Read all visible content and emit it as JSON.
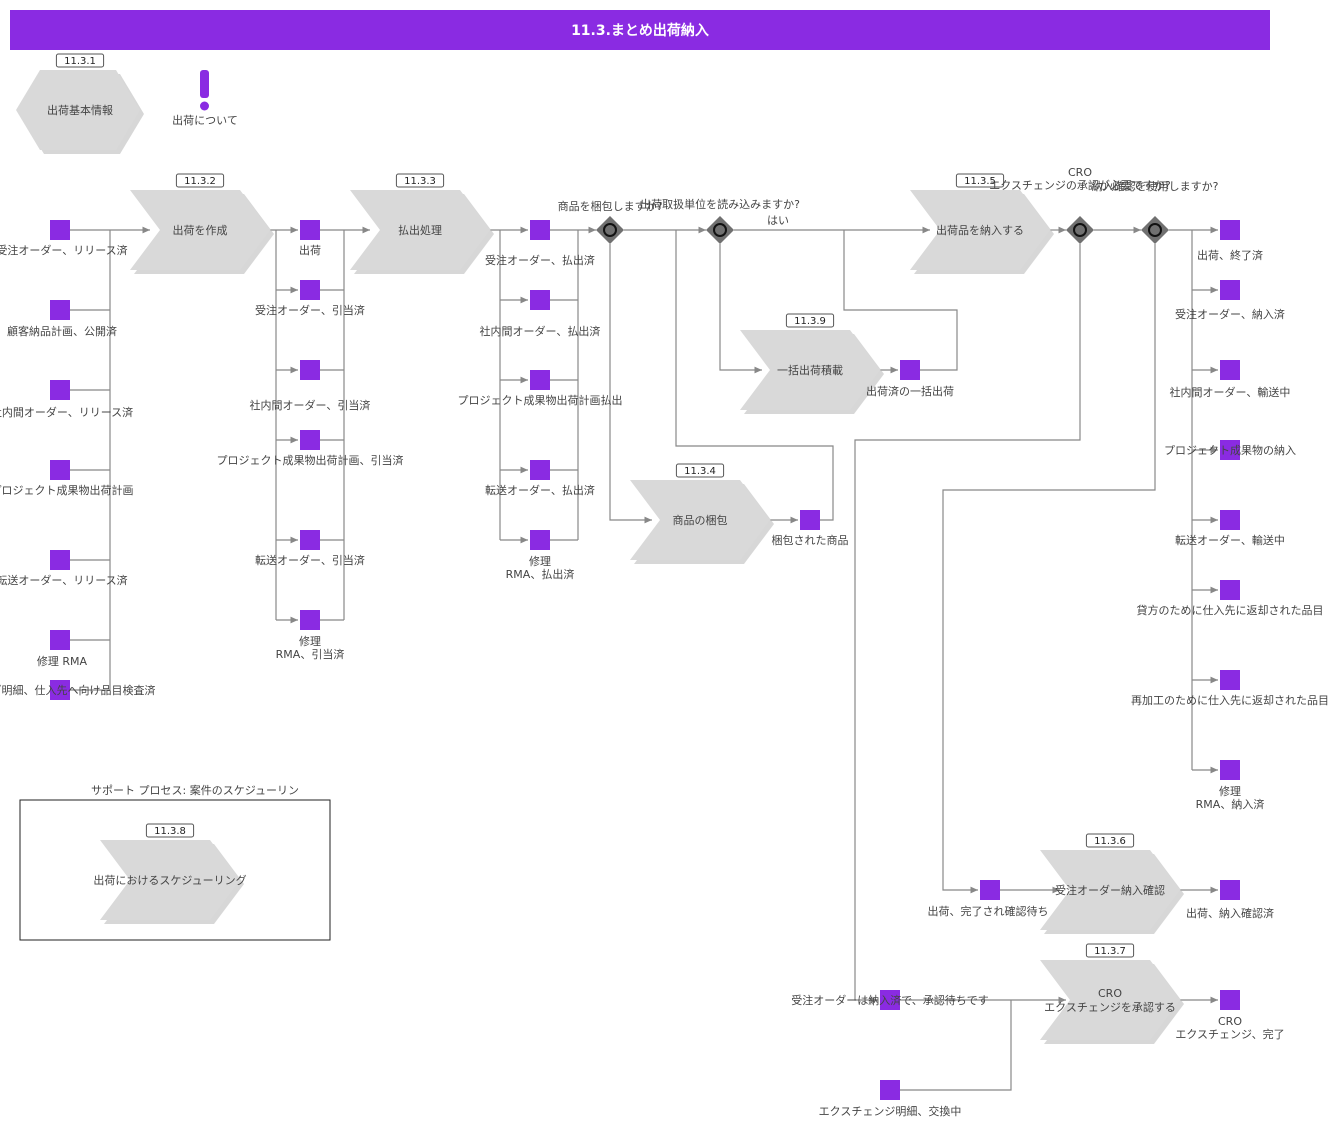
{
  "title": "11.3.まとめ出荷納入",
  "colors": {
    "accent": "#8a2be2",
    "shape": "#d9d9d9",
    "shape_shadow": "#c6c6c6",
    "gateway": "#707070",
    "line": "#888888"
  },
  "basic_info": {
    "tag": "11.3.1",
    "label": "出荷基本情報"
  },
  "notice": {
    "icon": "exclamation-icon",
    "label": "出荷について"
  },
  "processes": {
    "create": {
      "tag": "11.3.2",
      "label": "出荷を作成"
    },
    "issue": {
      "tag": "11.3.3",
      "label": "払出処理"
    },
    "deliver": {
      "tag": "11.3.5",
      "label": "出荷品を納入する"
    },
    "bulk": {
      "tag": "11.3.9",
      "label": "一括出荷積載"
    },
    "pack": {
      "tag": "11.3.4",
      "label": "商品の梱包"
    },
    "confirm": {
      "tag": "11.3.6",
      "label": "受注オーダー納入確認"
    },
    "cro": {
      "tag": "11.3.7",
      "label1": "CRO",
      "label2": "エクスチェンジを承認する"
    },
    "scheduling": {
      "tag": "11.3.8",
      "label": "出荷におけるスケジューリング"
    }
  },
  "support": {
    "title": "サポート プロセス: 案件のスケジューリン"
  },
  "gateways": {
    "pack_q": "商品を梱包しますか?",
    "unit_q": "出荷取扱単位を読み込みますか?",
    "yes": "はい",
    "cro_q1": "CRO",
    "cro_q2": "エクスチェンジの承認が必要ですか?",
    "confirm_q": "納入確認を使用しますか?"
  },
  "inputs": [
    "受注オーダー、リリース済",
    "顧客納品計画、公開済",
    "社内間オーダー、リリース済",
    "プロジェクト成果物出荷計画",
    "転送オーダー、リリース済",
    "修理 RMA",
    "オーダ明細、仕入先へ向け品目検査済"
  ],
  "create_outputs": [
    {
      "l1": "出荷",
      "l2": ""
    },
    {
      "l1": "受注オーダー、引当済",
      "l2": ""
    },
    {
      "l1": "社内間オーダー、引当済",
      "l2": ""
    },
    {
      "l1": "プロジェクト成果物出荷計画、引当済",
      "l2": ""
    },
    {
      "l1": "転送オーダー、引当済",
      "l2": ""
    },
    {
      "l1": "修理",
      "l2": "RMA、引当済"
    }
  ],
  "issue_outputs": [
    {
      "l1": "受注オーダー、払出済",
      "l2": ""
    },
    {
      "l1": "社内間オーダー、払出済",
      "l2": ""
    },
    {
      "l1": "プロジェクト成果物出荷計画払出",
      "l2": ""
    },
    {
      "l1": "転送オーダー、払出済",
      "l2": ""
    },
    {
      "l1": "修理",
      "l2": "RMA、払出済"
    }
  ],
  "bulk_output": "出荷済の一括出荷",
  "pack_output": "梱包された商品",
  "final_outputs": [
    {
      "l1": "出荷、終了済",
      "l2": ""
    },
    {
      "l1": "受注オーダー、納入済",
      "l2": ""
    },
    {
      "l1": "社内間オーダー、輸送中",
      "l2": ""
    },
    {
      "l1": "プロジェクト成果物の納入",
      "l2": ""
    },
    {
      "l1": "転送オーダー、輸送中",
      "l2": ""
    },
    {
      "l1": "貸方のために仕入先に返却された品目",
      "l2": ""
    },
    {
      "l1": "再加工のために仕入先に返却された品目",
      "l2": ""
    },
    {
      "l1": "修理",
      "l2": "RMA、納入済"
    }
  ],
  "confirm_input": "出荷、完了され確認待ち",
  "confirm_output": "出荷、納入確認済",
  "cro_input1": "受注オーダーは納入済で、承認待ちです",
  "cro_input2": "エクスチェンジ明細、交換中",
  "cro_output": {
    "l1": "CRO",
    "l2": "エクスチェンジ、完了"
  }
}
